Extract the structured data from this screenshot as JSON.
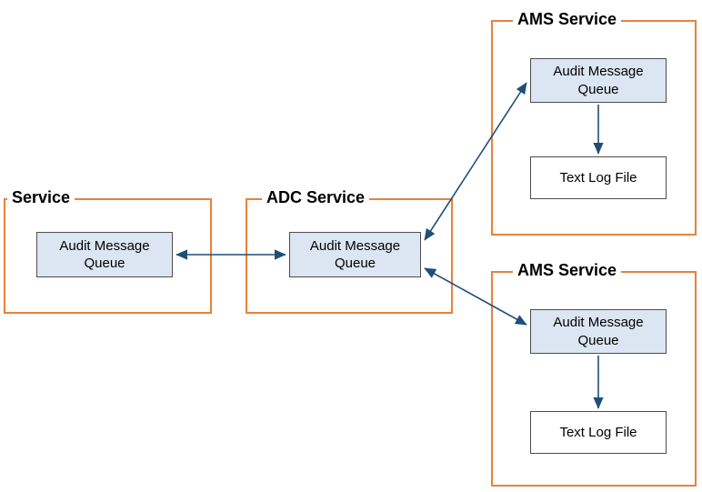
{
  "diagram": {
    "containers": [
      {
        "title": "Service",
        "boxes": [
          {
            "label": "Audit Message Queue"
          }
        ]
      },
      {
        "title": "ADC Service",
        "boxes": [
          {
            "label": "Audit Message Queue"
          }
        ]
      },
      {
        "title": "AMS Service",
        "boxes": [
          {
            "label": "Audit Message Queue"
          },
          {
            "label": "Text Log File"
          }
        ]
      },
      {
        "title": "AMS Service",
        "boxes": [
          {
            "label": "Audit Message Queue"
          },
          {
            "label": "Text Log File"
          }
        ]
      }
    ],
    "colors": {
      "container_border": "#E8823C",
      "queue_fill": "#DCE6F2",
      "queue_border": "#4d4d4d",
      "log_fill": "#FFFFFF",
      "log_border": "#4d4d4d",
      "arrow": "#1F4E79",
      "title_color": "#000000"
    }
  }
}
